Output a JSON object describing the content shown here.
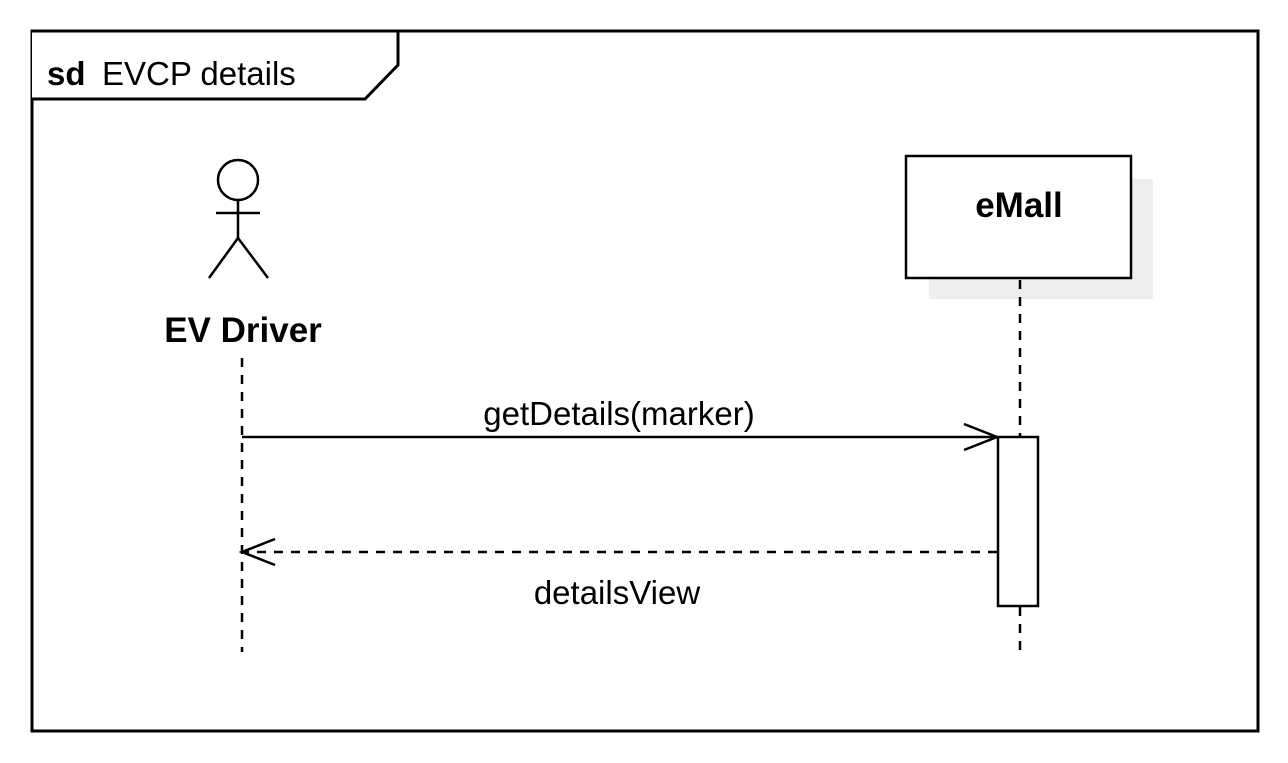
{
  "frame": {
    "keyword": "sd",
    "name": "EVCP details"
  },
  "participants": {
    "actor": {
      "label": "EV Driver",
      "icon": "stick-figure-actor-icon"
    },
    "system": {
      "label": "eMall"
    }
  },
  "messages": [
    {
      "label": "getDetails(marker)",
      "kind": "synchronous-call",
      "from": "EV Driver",
      "to": "eMall"
    },
    {
      "label": "detailsView",
      "kind": "return",
      "from": "eMall",
      "to": "EV Driver"
    }
  ],
  "colors": {
    "line": "#000000",
    "shadow": "#eeeeee",
    "background": "#ffffff"
  }
}
